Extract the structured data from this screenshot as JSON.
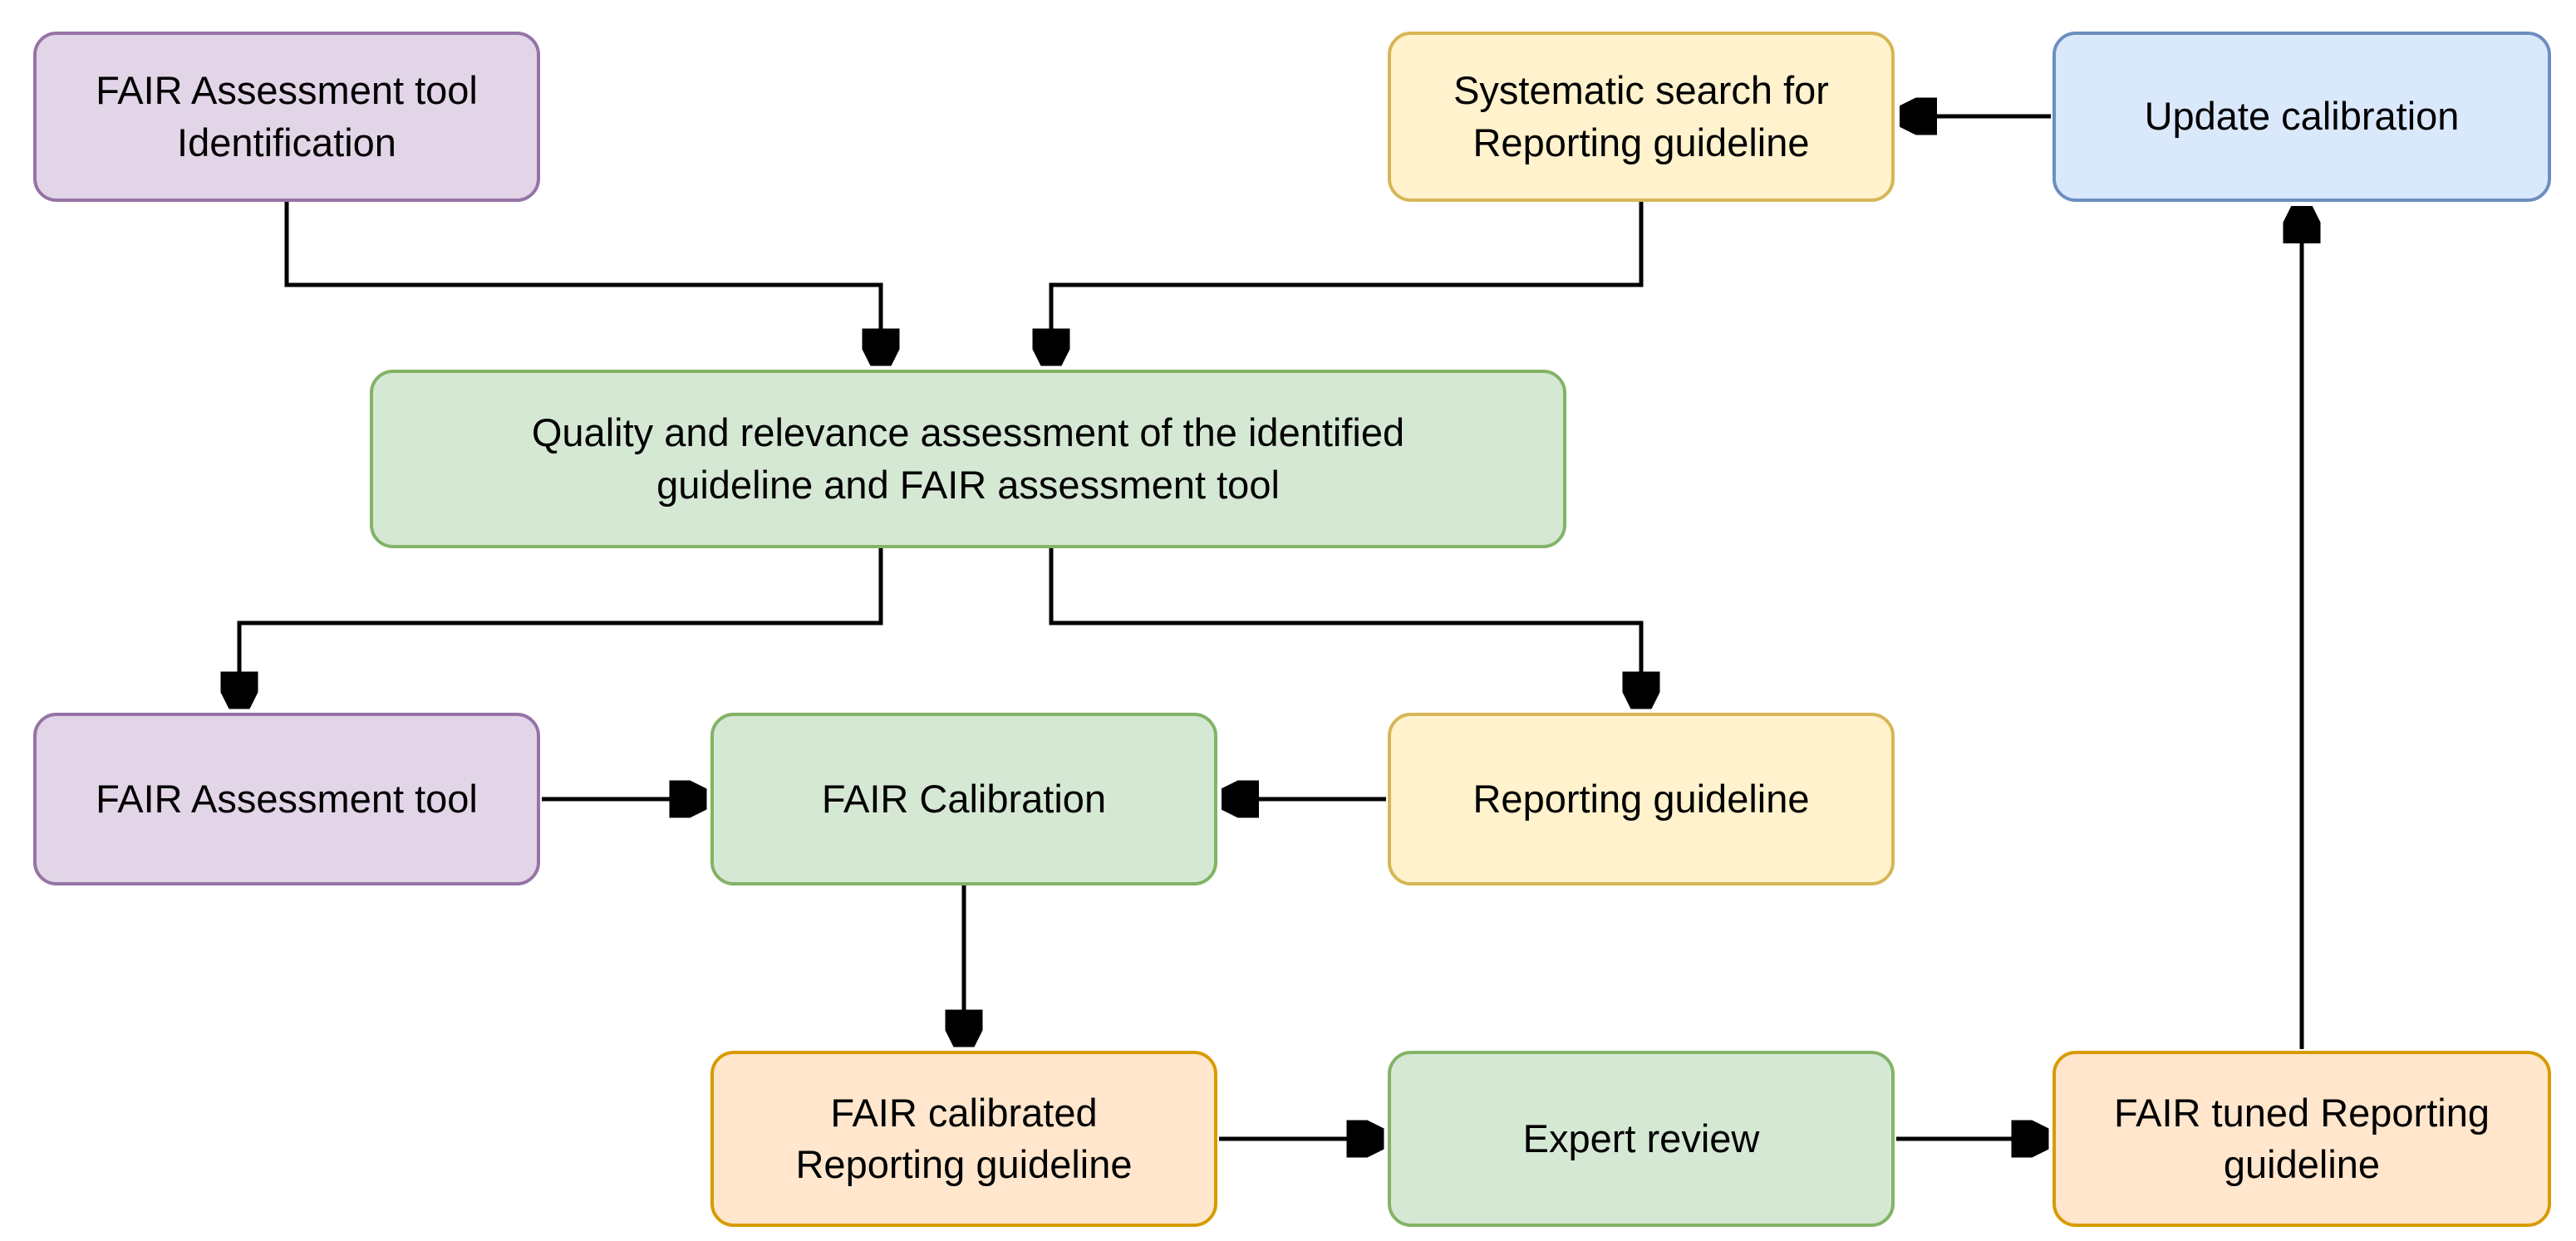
{
  "diagram": {
    "title": "FAIR calibration of reporting guidelines flowchart",
    "background": "#FFFFFF",
    "connector_color": "#000000",
    "text_color": "#000000",
    "palette": {
      "purple_fill": "#E1D5E7",
      "purple_stroke": "#9673A6",
      "yellow_fill": "#FFF2CC",
      "yellow_stroke": "#D6B656",
      "blue_fill": "#DAE8FC",
      "blue_stroke": "#6C8EBF",
      "green_fill": "#D5E8D4",
      "green_stroke": "#82B366",
      "orange_fill": "#FFE6CC",
      "orange_stroke": "#D79B00"
    },
    "nodes": [
      {
        "id": "fair-assessment-tool-identification",
        "label": "FAIR Assessment tool\nIdentification",
        "fill": "#E1D5E7",
        "stroke": "#9673A6"
      },
      {
        "id": "systematic-search",
        "label": "Systematic search for\nReporting guideline",
        "fill": "#FFF2CC",
        "stroke": "#D6B656"
      },
      {
        "id": "update-calibration",
        "label": "Update calibration",
        "fill": "#DAE8FC",
        "stroke": "#6C8EBF"
      },
      {
        "id": "quality-relevance-assessment",
        "label": "Quality and relevance assessment of the identified\nguideline and FAIR assessment tool",
        "fill": "#D5E8D4",
        "stroke": "#82B366"
      },
      {
        "id": "fair-assessment-tool",
        "label": "FAIR Assessment tool",
        "fill": "#E1D5E7",
        "stroke": "#9673A6"
      },
      {
        "id": "fair-calibration",
        "label": "FAIR Calibration",
        "fill": "#D5E8D4",
        "stroke": "#82B366"
      },
      {
        "id": "reporting-guideline",
        "label": "Reporting guideline",
        "fill": "#FFF2CC",
        "stroke": "#D6B656"
      },
      {
        "id": "fair-calibrated-reporting-guideline",
        "label": "FAIR calibrated\nReporting guideline",
        "fill": "#FFE6CC",
        "stroke": "#D79B00"
      },
      {
        "id": "expert-review",
        "label": "Expert review",
        "fill": "#D5E8D4",
        "stroke": "#82B366"
      },
      {
        "id": "fair-tuned-reporting-guideline",
        "label": "FAIR tuned Reporting\nguideline",
        "fill": "#FFE6CC",
        "stroke": "#D79B00"
      }
    ],
    "edges": [
      {
        "from": "fair-assessment-tool-identification",
        "to": "quality-relevance-assessment"
      },
      {
        "from": "systematic-search",
        "to": "quality-relevance-assessment"
      },
      {
        "from": "update-calibration",
        "to": "systematic-search"
      },
      {
        "from": "quality-relevance-assessment",
        "to": "fair-assessment-tool"
      },
      {
        "from": "quality-relevance-assessment",
        "to": "reporting-guideline"
      },
      {
        "from": "fair-assessment-tool",
        "to": "fair-calibration"
      },
      {
        "from": "reporting-guideline",
        "to": "fair-calibration"
      },
      {
        "from": "fair-calibration",
        "to": "fair-calibrated-reporting-guideline"
      },
      {
        "from": "fair-calibrated-reporting-guideline",
        "to": "expert-review"
      },
      {
        "from": "expert-review",
        "to": "fair-tuned-reporting-guideline"
      },
      {
        "from": "fair-tuned-reporting-guideline",
        "to": "update-calibration"
      }
    ]
  }
}
